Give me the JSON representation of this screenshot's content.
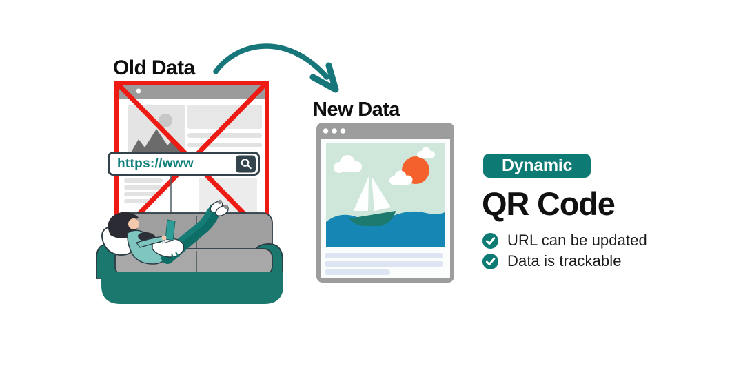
{
  "labels": {
    "old": "Old Data",
    "new": "New Data"
  },
  "url_bar": {
    "text": "https://www"
  },
  "panel": {
    "badge": "Dynamic",
    "title": "QR Code",
    "features": [
      {
        "text": "URL can be updated"
      },
      {
        "text": "Data is trackable"
      }
    ]
  },
  "colors": {
    "teal_accent": "#0d7a74",
    "red_cross": "#ee1b14",
    "couch_teal": "#1a786f",
    "window_gray": "#9d9d9d",
    "sun_orange": "#f4612c",
    "ocean_blue": "#1687b4",
    "sky_mint": "#cfe7db",
    "url_text_teal": "#0e7f7a"
  }
}
